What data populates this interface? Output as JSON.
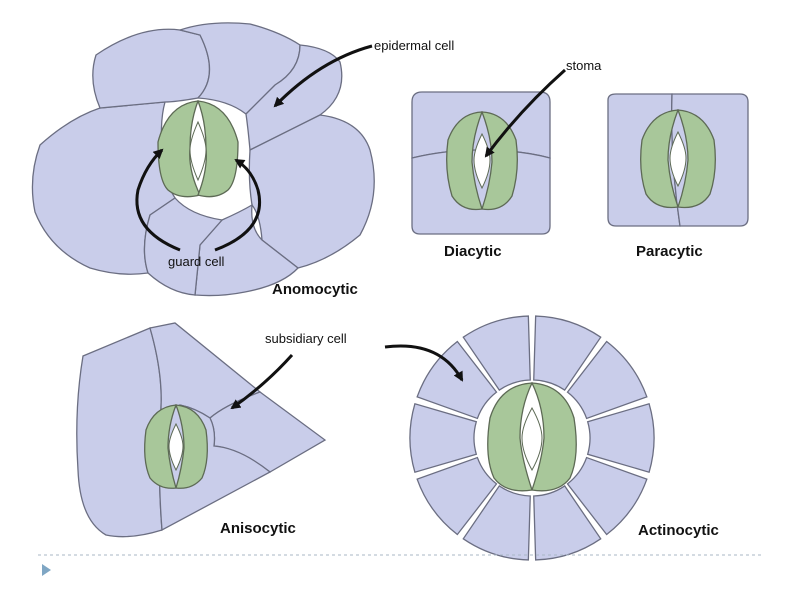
{
  "labels": {
    "epidermal_cell": "epidermal cell",
    "stoma": "stoma",
    "guard_cell": "guard cell",
    "subsidiary_cell": "subsidiary cell"
  },
  "types": {
    "anomocytic": "Anomocytic",
    "diacytic": "Diacytic",
    "paracytic": "Paracytic",
    "anisocytic": "Anisocytic",
    "actinocytic": "Actinocytic"
  },
  "colors": {
    "epidermal_cell_fill": "#c9cdea",
    "guard_cell_fill": "#a8c79a",
    "outline": "#6b6e82",
    "arrow": "#111111",
    "slide_marker": "#7fa6c4"
  },
  "icons": {
    "slide_marker": "triangle-right-icon"
  }
}
